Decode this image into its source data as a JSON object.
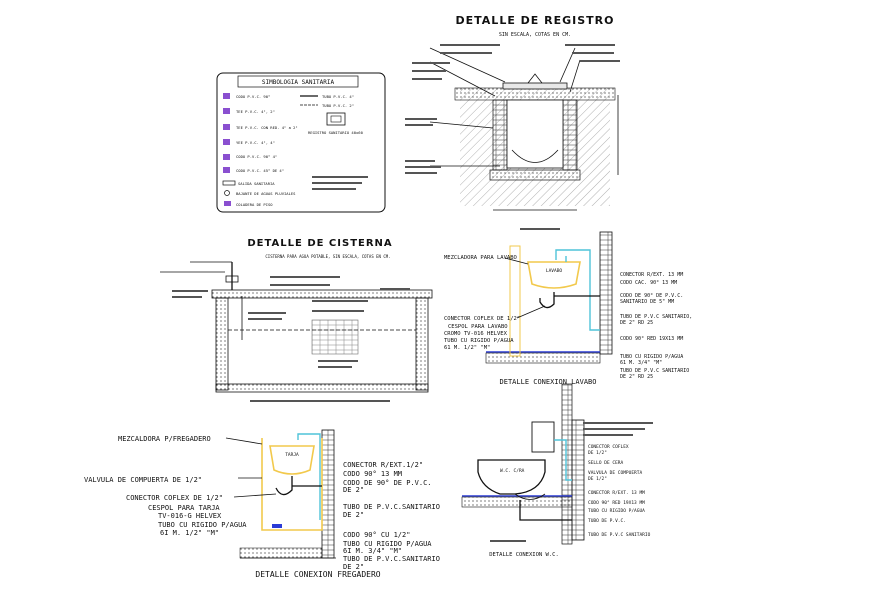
{
  "registro": {
    "title": "DETALLE DE REGISTRO",
    "subtitle": "SIN ESCALA, COTAS EN CM."
  },
  "simbologia": {
    "title": "SIMBOLOGIA SANITARIA",
    "items": [
      "CODO P.V.C. 90°",
      "TEE P.V.C. 4\", 2\"",
      "TEE P.V.C. CON RED. 4\" a 2\"",
      "YEE P.V.C. 4\", 4\"",
      "CODO P.V.C. 90° 4\"",
      "CODO P.V.C. 45° DE 4\"",
      "SALIDA SANITARIA",
      "BAJANTE DE AGUAS PLUVIALES",
      "COLADERA DE PISO"
    ],
    "right_items": [
      "TUBO P.V.C. 4\"",
      "TUBO P.V.C. 2\"",
      "REGISTRO SANITARIO 40x60"
    ]
  },
  "cisterna": {
    "title": "DETALLE DE CISTERNA",
    "subtitle": "CISTERNA PARA AGUA POTABLE, SIN ESCALA, COTAS EN CM."
  },
  "lavabo": {
    "left_labels": [
      "MEZCLADORA PARA LAVABO",
      "CONECTOR COFLEX DE 1/2\"",
      "CESPOL PARA LAVABO",
      "CROMO TV-016 HELVEX",
      "TUBO CU RIGIDO P/AGUA",
      "61 M. 1/2\" \"M\""
    ],
    "right_labels": [
      "CONECTOR R/EXT. 13 MM",
      "CODO CAC. 90° 13 MM",
      "CODO DE 90° DE P.V.C.",
      "SANITARIO DE 5\" MM",
      "TUBO DE P.V.C SANITARIO,",
      "DE 2\" RD 25",
      "CODO 90° RED 19X13 MM",
      "TUBO CU RIGIDO P/AGUA",
      "61 M. 3/4\" \"M\"",
      "TUBO DE P.V.C SANITARIO",
      "DE 2\" RD 25"
    ],
    "basin_label": "LAVABO",
    "caption": "DETALLE CONEXION LAVABO"
  },
  "fregadero": {
    "left_labels": [
      "MEZCALDORA P/FREGADERO",
      "VALVULA DE COMPUERTA DE 1/2\"",
      "CONECTOR COFLEX DE 1/2\"",
      "CESPOL PARA TARJA",
      "TV-016-G HELVEX",
      "TUBO CU RIGIDO P/AGUA",
      "6I M. 1/2\" \"M\""
    ],
    "right_labels": [
      "CONECTOR R/EXT.1/2\"",
      "CODO 90° 13 MM",
      "CODO DE 90° DE P.V.C.",
      "DE 2\"",
      "TUBO DE P.V.C.SANITARIO",
      "DE 2\"",
      "CODO 90° CU 1/2\"",
      "TUBO CU RIGIDO P/AGUA",
      "6I M. 3/4\" \"M\"",
      "TUBO DE P.V.C.SANITARIO",
      "DE 2\""
    ],
    "caption": "DETALLE CONEXION FREGADERO"
  },
  "wc": {
    "right_labels": [
      "CONECTOR COFLEX",
      "DE 1/2\"",
      "SELLO DE CERA",
      "VALVULA DE COMPUERTA",
      "DE 1/2\"",
      "CONECTOR R/EXT. 13 MM",
      "CODO 90° RED 19X13 MM",
      "TUBO CU RIGIDO P/AGUA",
      "TUBO DE P.V.C.",
      "TUBO DE P.V.C SANITARIO"
    ],
    "bowl_label": "W.C. C/RA",
    "caption": "DETALLE CONEXION W.C."
  },
  "colors": {
    "water_cold": "#4fc3d9",
    "fixture": "#f2c94c",
    "floor": "#2b3bd6",
    "accent": "#c455c8"
  }
}
